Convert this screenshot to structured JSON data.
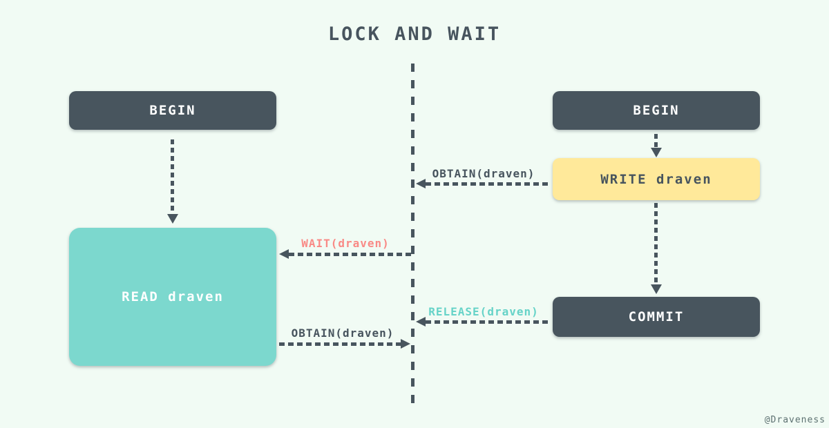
{
  "title": "LOCK AND WAIT",
  "watermark": "@Draveness",
  "colors": {
    "background": "#f1fbf4",
    "slate_box": "#48555e",
    "teal_box": "#7cd8ce",
    "yellow_box": "#ffe99a",
    "white_text": "#ffffff",
    "pink_label": "#f98a86",
    "teal_label": "#66d3c8",
    "dark_label": "#47545e"
  },
  "lanes": {
    "left": {
      "begin_label": "BEGIN",
      "read_label": "READ draven"
    },
    "right": {
      "begin_label": "BEGIN",
      "write_label": "WRITE draven",
      "commit_label": "COMMIT"
    }
  },
  "messages": [
    {
      "label": "OBTAIN(draven)",
      "from": "WRITE draven",
      "to": "lock-line",
      "direction": "left",
      "color": "#47545e"
    },
    {
      "label": "WAIT(draven)",
      "from": "lock-line",
      "to": "READ draven",
      "direction": "left",
      "color": "#f98a86"
    },
    {
      "label": "RELEASE(draven)",
      "from": "COMMIT",
      "to": "lock-line",
      "direction": "left",
      "color": "#66d3c8"
    },
    {
      "label": "OBTAIN(draven)",
      "from": "READ draven",
      "to": "lock-line",
      "direction": "right",
      "color": "#47545e"
    }
  ]
}
